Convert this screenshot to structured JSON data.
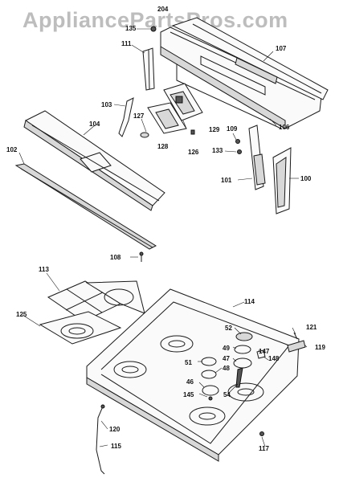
{
  "watermark": "AppliancePartsPros.com",
  "labels": {
    "p204": "204",
    "p135": "135",
    "p111": "111",
    "p107": "107",
    "p103": "103",
    "p104": "104",
    "p127": "127",
    "p128": "128",
    "p129": "129",
    "p126": "126",
    "p109": "109",
    "p106": "106",
    "p133": "133",
    "p102": "102",
    "p101": "101",
    "p100": "100",
    "p108": "108",
    "p113": "113",
    "p114": "114",
    "p125": "125",
    "p52": "52",
    "p121": "121",
    "p49": "49",
    "p147": "147",
    "p51": "51",
    "p47": "47",
    "p148": "148",
    "p119": "119",
    "p48": "48",
    "p46": "46",
    "p145": "145",
    "p54": "54",
    "p120": "120",
    "p115": "115",
    "p117": "117"
  }
}
